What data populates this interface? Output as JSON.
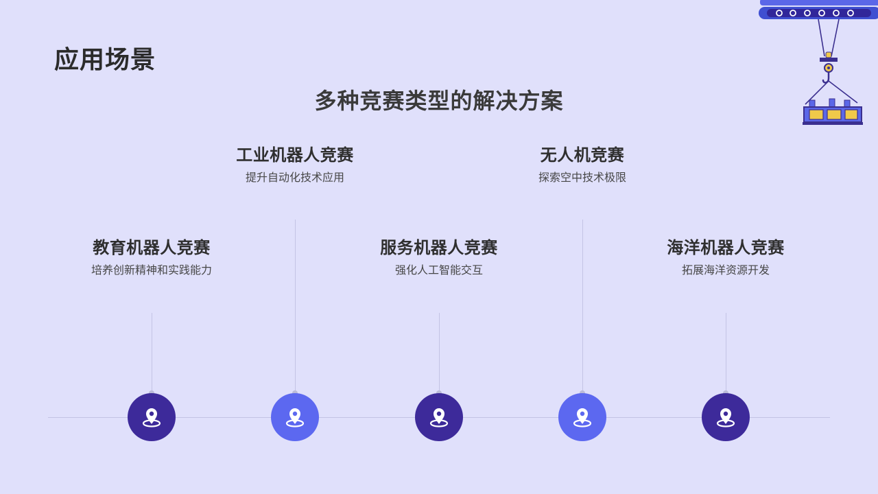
{
  "page": {
    "title": "应用场景",
    "subtitle": "多种竞赛类型的解决方案"
  },
  "colors": {
    "background": "#e0e0fb",
    "node_dark": "#3d2a9a",
    "node_light": "#5c68f0",
    "line": "#c3c3e4"
  },
  "icons": {
    "node_icon": "location-pin-icon",
    "decoration": "crane-cargo-illustration"
  },
  "items": [
    {
      "title": "教育机器人竞赛",
      "desc": "培养创新精神和实践能力",
      "position": "below",
      "color": "dark"
    },
    {
      "title": "工业机器人竞赛",
      "desc": "提升自动化技术应用",
      "position": "above",
      "color": "light"
    },
    {
      "title": "服务机器人竞赛",
      "desc": "强化人工智能交互",
      "position": "below",
      "color": "dark"
    },
    {
      "title": "无人机竞赛",
      "desc": "探索空中技术极限",
      "position": "above",
      "color": "light"
    },
    {
      "title": "海洋机器人竞赛",
      "desc": "拓展海洋资源开发",
      "position": "below",
      "color": "dark"
    }
  ]
}
